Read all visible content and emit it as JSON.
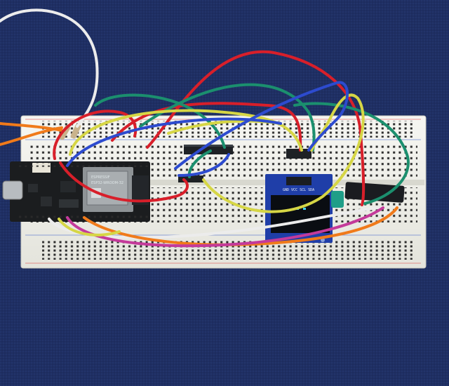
{
  "photo": {
    "background_color": "#1f2f63",
    "board_color": "#efefe8"
  },
  "components": {
    "mcu_chip_text": [
      "ESPRESSIF",
      "ESP32-WROOM-32"
    ],
    "oled_pin_labels": "GND VCC SCL SDA"
  },
  "wires": [
    {
      "color": "#d81f2a"
    },
    {
      "color": "#1b8f6e"
    },
    {
      "color": "#d6d645"
    },
    {
      "color": "#2d4bcf"
    },
    {
      "color": "#f07a1a"
    },
    {
      "color": "#ececec"
    },
    {
      "color": "#c43a9a"
    }
  ]
}
